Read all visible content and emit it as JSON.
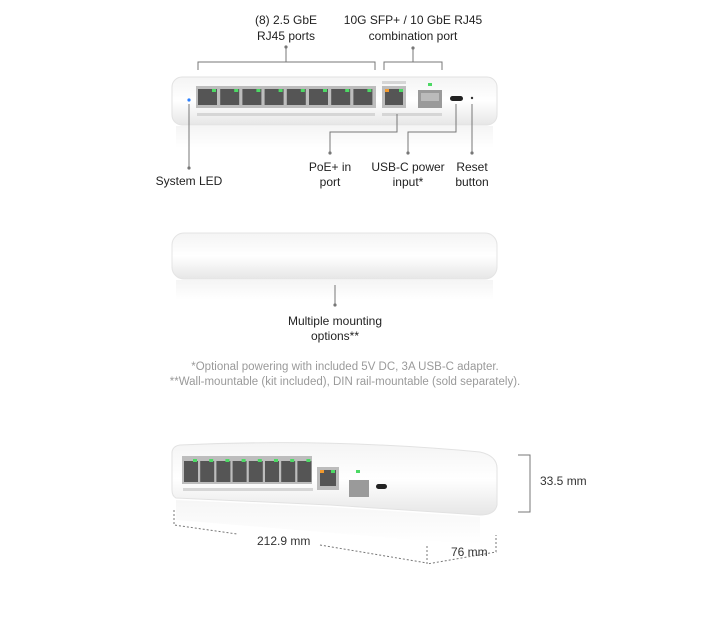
{
  "callouts": {
    "rj45_ports": [
      "(8) 2.5 GbE",
      "RJ45 ports"
    ],
    "combo_port": [
      "10G SFP+ / 10 GbE RJ45",
      "combination port"
    ],
    "system_led": [
      "System LED"
    ],
    "poe_in": [
      "PoE+ in",
      "port"
    ],
    "usbc_power": [
      "USB-C power",
      "input*"
    ],
    "reset": [
      "Reset",
      "button"
    ],
    "mounting": [
      "Multiple mounting",
      "options**"
    ]
  },
  "footnotes": [
    "*Optional powering with included 5V DC, 3A USB-C adapter.",
    "**Wall-mountable (kit included), DIN rail-mountable (sold separately)."
  ],
  "dimensions": {
    "height": "33.5 mm",
    "width": "212.9 mm",
    "depth": "76 mm"
  },
  "colors": {
    "link_led": "#4cd964",
    "poe_led": "#f29a2e",
    "system_led": "#2a7fff"
  }
}
